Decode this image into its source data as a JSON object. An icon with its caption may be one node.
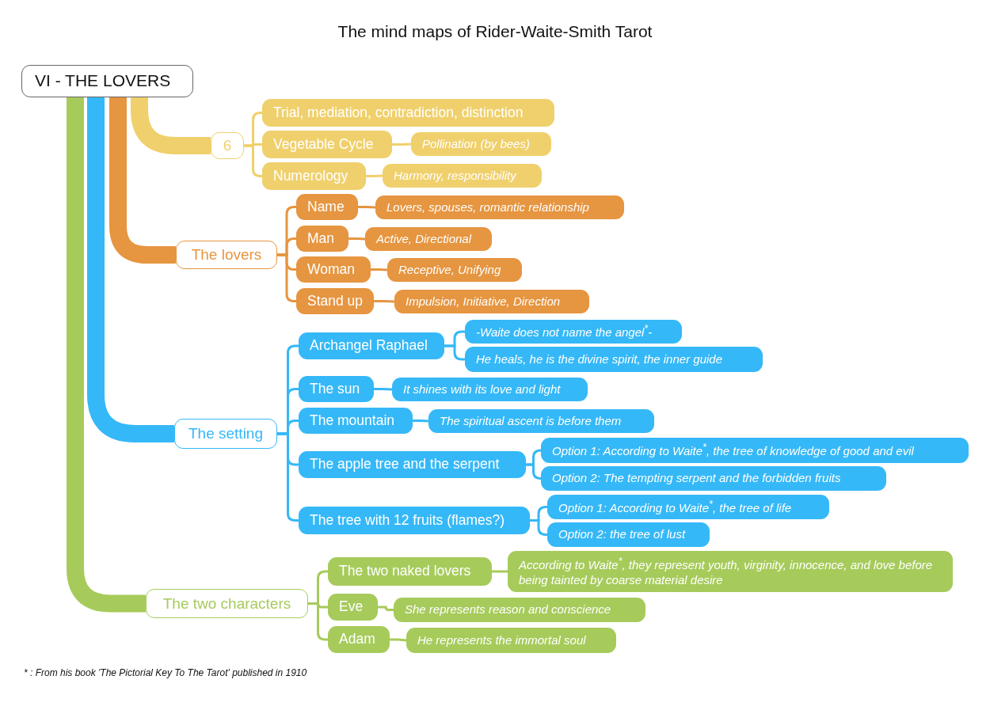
{
  "diagram": {
    "title": "The mind maps of Rider-Waite-Smith Tarot",
    "nodes": [
      {
        "text": [
          "VI - THE LOVERS"
        ]
      },
      {
        "text": [
          "6"
        ]
      },
      {
        "text": [
          "Trial, mediation, contradiction, distinction"
        ]
      },
      {
        "text": [
          "Vegetable Cycle"
        ]
      },
      {
        "text": [
          "Pollination (by bees)"
        ]
      },
      {
        "text": [
          "Numerology"
        ]
      },
      {
        "text": [
          "Harmony, responsibility"
        ]
      },
      {
        "text": [
          "The lovers"
        ]
      },
      {
        "text": [
          "Name"
        ]
      },
      {
        "text": [
          "Lovers, spouses, romantic relationship"
        ]
      },
      {
        "text": [
          "Man"
        ]
      },
      {
        "text": [
          "Active, Directional"
        ]
      },
      {
        "text": [
          "Woman"
        ]
      },
      {
        "text": [
          "Receptive, Unifying"
        ]
      },
      {
        "text": [
          "Stand up"
        ]
      },
      {
        "text": [
          "Impulsion, Initiative, Direction"
        ]
      },
      {
        "text": [
          "The setting"
        ]
      },
      {
        "text": [
          "Archangel Raphael"
        ]
      },
      {
        "text": [
          "-Waite does not name the angel$^{*}$-"
        ]
      },
      {
        "text": [
          "He heals, he is the divine spirit, the inner guide"
        ]
      },
      {
        "text": [
          "The sun"
        ]
      },
      {
        "text": [
          "It shines with its love and light"
        ]
      },
      {
        "text": [
          "The mountain"
        ]
      },
      {
        "text": [
          "The spiritual ascent is before them"
        ]
      },
      {
        "text": [
          "The apple tree and the serpent"
        ]
      },
      {
        "text": [
          "Option 1: According to Waite$^{*}$, the tree of knowledge of good and evil"
        ]
      },
      {
        "text": [
          "Option 2: The tempting serpent and the forbidden fruits"
        ]
      },
      {
        "text": [
          "The tree with 12 fruits (flames?)"
        ]
      },
      {
        "text": [
          "Option 1: According to Waite$^{*}$, the tree of life"
        ]
      },
      {
        "text": [
          "Option 2: the tree of lust"
        ]
      },
      {
        "text": [
          "The two characters"
        ]
      },
      {
        "text": [
          "The two naked lovers"
        ]
      },
      {
        "text": [
          "According to Waite$^{*}$, they represent youth, virginity, innocence, and love before being tainted by coarse material desire"
        ]
      },
      {
        "text": [
          "Eve"
        ]
      },
      {
        "text": [
          "She represents reason and conscience"
        ]
      },
      {
        "text": [
          "Adam"
        ]
      },
      {
        "text": [
          "He represents the immortal soul"
        ]
      }
    ],
    "edges": [
      {
        "from": 0,
        "to": 1,
        "arrow": "none",
        "style": "thick",
        "color": "#f0d06c"
      },
      {
        "from": 1,
        "to": 2,
        "arrow": "none",
        "color": "#f0d06c"
      },
      {
        "from": 1,
        "to": 3,
        "arrow": "none",
        "color": "#f0d06c"
      },
      {
        "from": 3,
        "to": 4,
        "arrow": "none",
        "color": "#f0d06c"
      },
      {
        "from": 1,
        "to": 5,
        "arrow": "none",
        "color": "#f0d06c"
      },
      {
        "from": 5,
        "to": 6,
        "arrow": "none",
        "color": "#f0d06c"
      },
      {
        "from": 0,
        "to": 7,
        "arrow": "none",
        "style": "thick",
        "color": "#e69540"
      },
      {
        "from": 7,
        "to": 8,
        "arrow": "none",
        "color": "#e69540"
      },
      {
        "from": 8,
        "to": 9,
        "arrow": "none",
        "color": "#e69540"
      },
      {
        "from": 7,
        "to": 10,
        "arrow": "none",
        "color": "#e69540"
      },
      {
        "from": 10,
        "to": 11,
        "arrow": "none",
        "color": "#e69540"
      },
      {
        "from": 7,
        "to": 12,
        "arrow": "none",
        "color": "#e69540"
      },
      {
        "from": 12,
        "to": 13,
        "arrow": "none",
        "color": "#e69540"
      },
      {
        "from": 7,
        "to": 14,
        "arrow": "none",
        "color": "#e69540"
      },
      {
        "from": 14,
        "to": 15,
        "arrow": "none",
        "color": "#e69540"
      },
      {
        "from": 0,
        "to": 16,
        "arrow": "none",
        "style": "thick",
        "color": "#35b8f7"
      },
      {
        "from": 16,
        "to": 17,
        "arrow": "none",
        "color": "#35b8f7"
      },
      {
        "from": 17,
        "to": 18,
        "arrow": "none",
        "color": "#35b8f7"
      },
      {
        "from": 17,
        "to": 19,
        "arrow": "none",
        "color": "#35b8f7"
      },
      {
        "from": 16,
        "to": 20,
        "arrow": "none",
        "color": "#35b8f7"
      },
      {
        "from": 20,
        "to": 21,
        "arrow": "none",
        "color": "#35b8f7"
      },
      {
        "from": 16,
        "to": 22,
        "arrow": "none",
        "color": "#35b8f7"
      },
      {
        "from": 22,
        "to": 23,
        "arrow": "none",
        "color": "#35b8f7"
      },
      {
        "from": 16,
        "to": 24,
        "arrow": "none",
        "color": "#35b8f7"
      },
      {
        "from": 24,
        "to": 25,
        "arrow": "none",
        "color": "#35b8f7"
      },
      {
        "from": 24,
        "to": 26,
        "arrow": "none",
        "color": "#35b8f7"
      },
      {
        "from": 16,
        "to": 27,
        "arrow": "none",
        "color": "#35b8f7"
      },
      {
        "from": 27,
        "to": 28,
        "arrow": "none",
        "color": "#35b8f7"
      },
      {
        "from": 27,
        "to": 29,
        "arrow": "none",
        "color": "#35b8f7"
      },
      {
        "from": 0,
        "to": 30,
        "arrow": "none",
        "style": "thick",
        "color": "#a6cb5b"
      },
      {
        "from": 30,
        "to": 31,
        "arrow": "none",
        "color": "#a6cb5b"
      },
      {
        "from": 31,
        "to": 32,
        "arrow": "none",
        "color": "#a6cb5b"
      },
      {
        "from": 30,
        "to": 33,
        "arrow": "none",
        "color": "#a6cb5b"
      },
      {
        "from": 33,
        "to": 34,
        "arrow": "none",
        "color": "#a6cb5b"
      },
      {
        "from": 30,
        "to": 35,
        "arrow": "none",
        "color": "#a6cb5b"
      },
      {
        "from": 35,
        "to": 36,
        "arrow": "none",
        "color": "#a6cb5b"
      }
    ],
    "labels": [
      "* : From his book 'The Pictorial Key To The Tarot' published in 1910"
    ]
  }
}
